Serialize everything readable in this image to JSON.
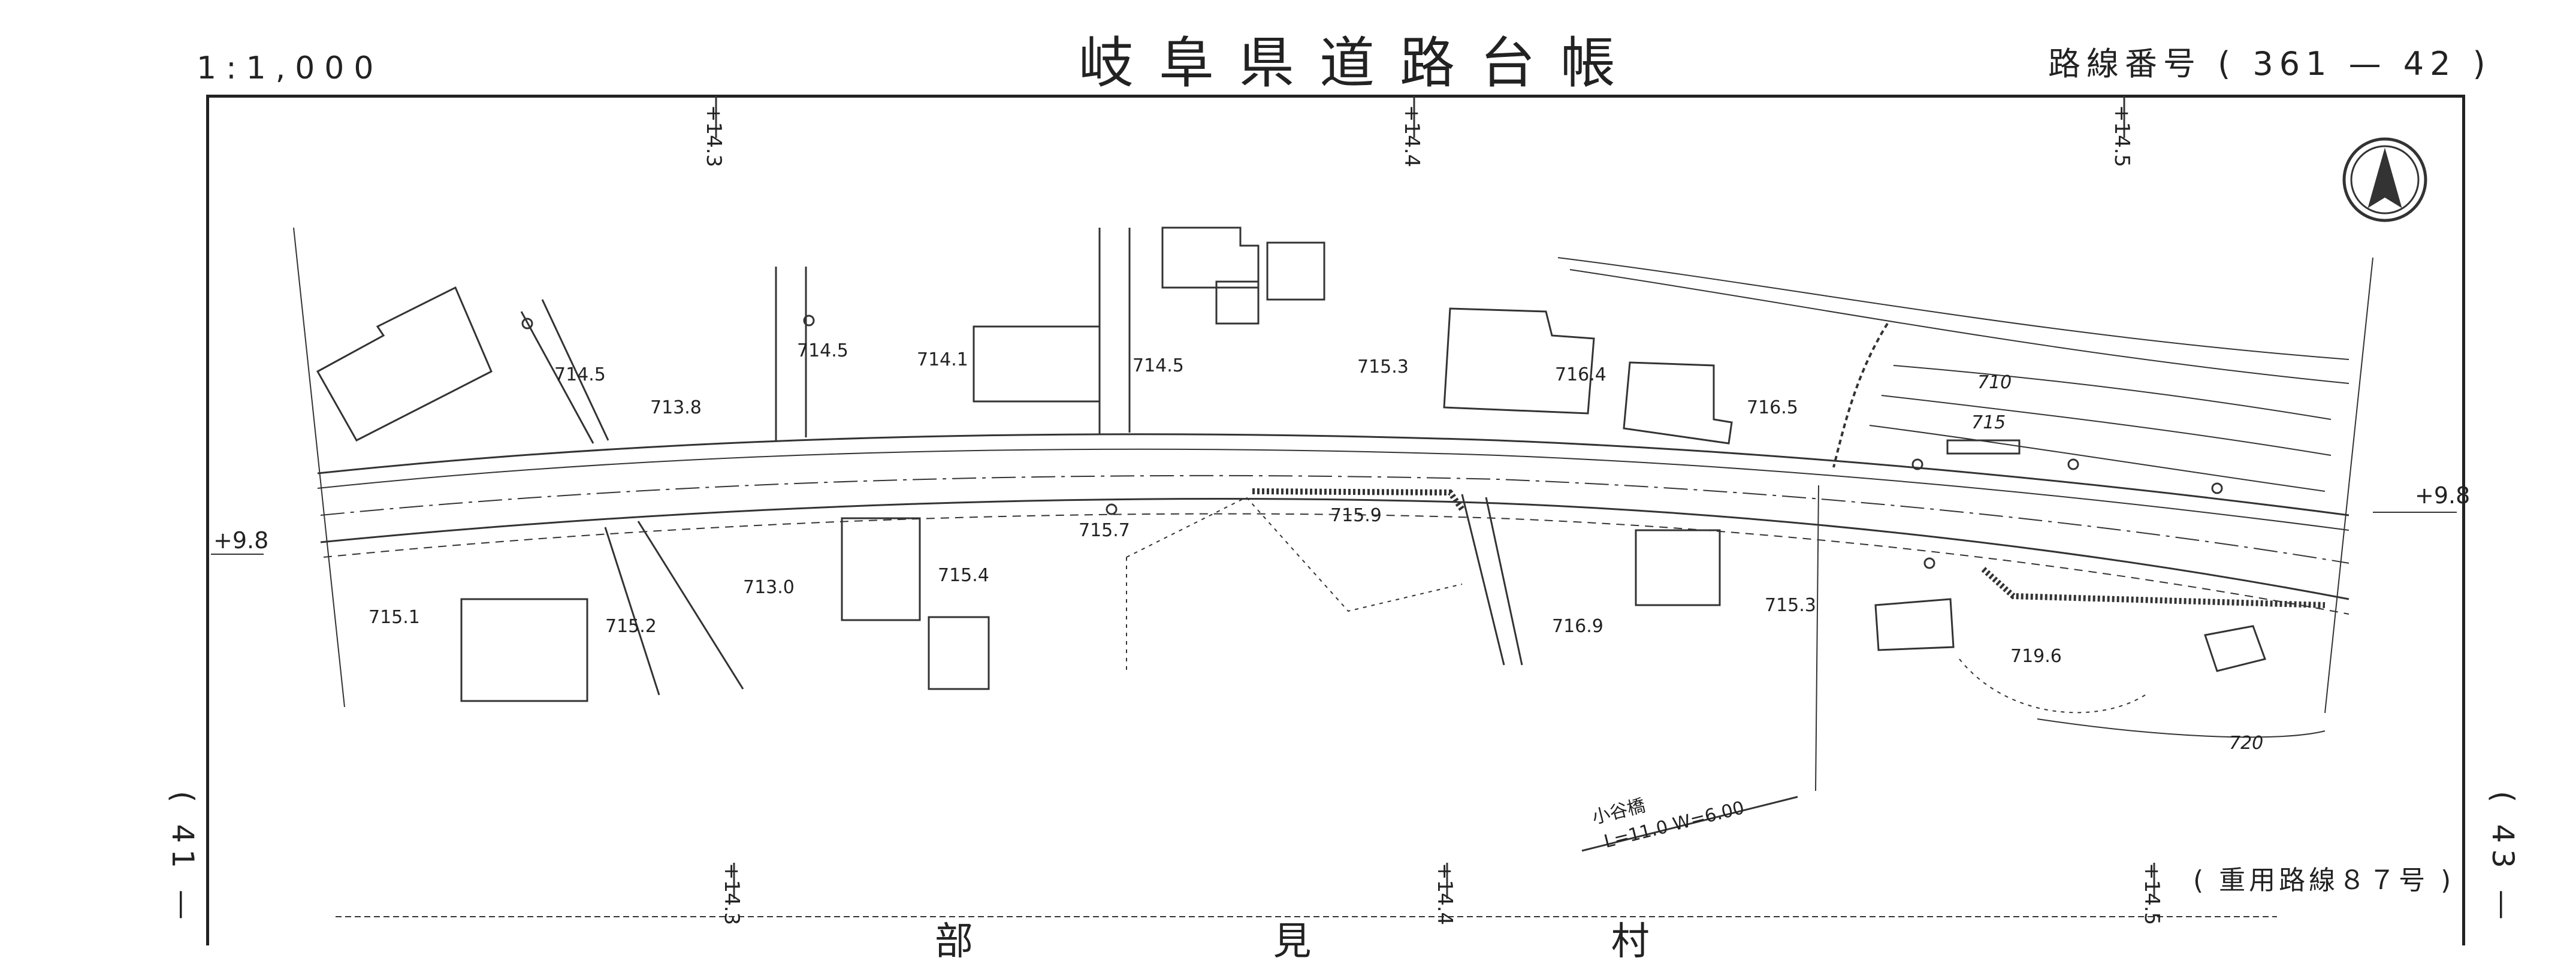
{
  "header": {
    "scale": "1:1,000",
    "title": "岐阜県道路台帳",
    "route_number": "路線番号 ( 361 — 42 )"
  },
  "sheet_refs": {
    "previous": "( 41 —",
    "next": "( 43 —"
  },
  "note": "( 重用路線８７号 )",
  "bottom_text": "部 見 村",
  "north_arrow": "north-arrow-icon",
  "stations": [
    "+14.3",
    "+14.4",
    "+14.5"
  ],
  "side_marks": [
    "+9.8",
    "+9.8"
  ],
  "elevations": [
    "714.5",
    "713.8",
    "714.5",
    "714.1",
    "714.5",
    "715.3",
    "716.4",
    "716.5",
    "715.7",
    "715.9",
    "715.4",
    "713.0",
    "715.1",
    "715.2",
    "716.9",
    "715.3",
    "719.6"
  ],
  "contours": [
    "710",
    "715",
    "720"
  ],
  "bridge": {
    "name": "小谷橋",
    "dims": "L=11.0  W=6.00"
  }
}
